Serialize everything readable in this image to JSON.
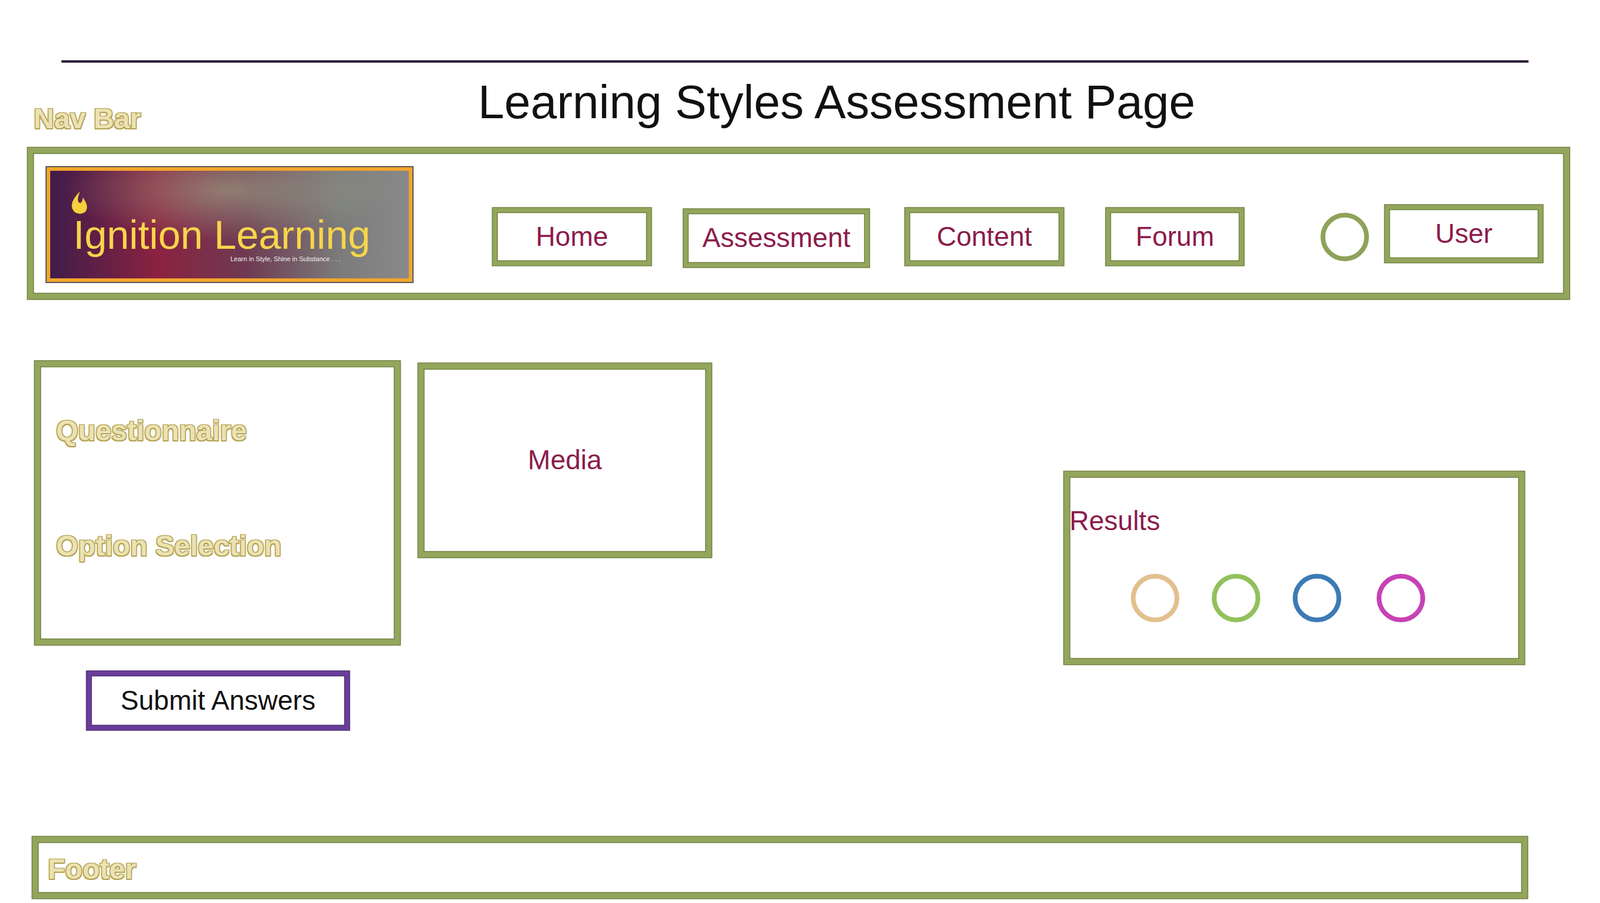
{
  "diagram": {
    "title": "Learning Styles Assessment Page",
    "nodes": [
      {
        "text": [
          "Nav Bar"
        ]
      },
      {
        "text": [
          "Ignition Learning",
          "Learn in Style, Shine in Substance . . ."
        ],
        "in": 0
      },
      {
        "text": [
          "Home"
        ],
        "in": 0
      },
      {
        "text": [
          "Assessment"
        ],
        "in": 0
      },
      {
        "text": [
          "Content"
        ],
        "in": 0
      },
      {
        "text": [
          "Forum"
        ],
        "in": 0
      },
      {
        "text": [
          "User"
        ],
        "in": 0
      },
      {
        "text": [
          "Questionnaire",
          "Option Selection"
        ]
      },
      {
        "text": [
          "Media"
        ]
      },
      {
        "text": [
          "Results"
        ]
      },
      {
        "text": [
          "Submit Answers"
        ]
      },
      {
        "text": [
          "Footer"
        ]
      }
    ]
  }
}
